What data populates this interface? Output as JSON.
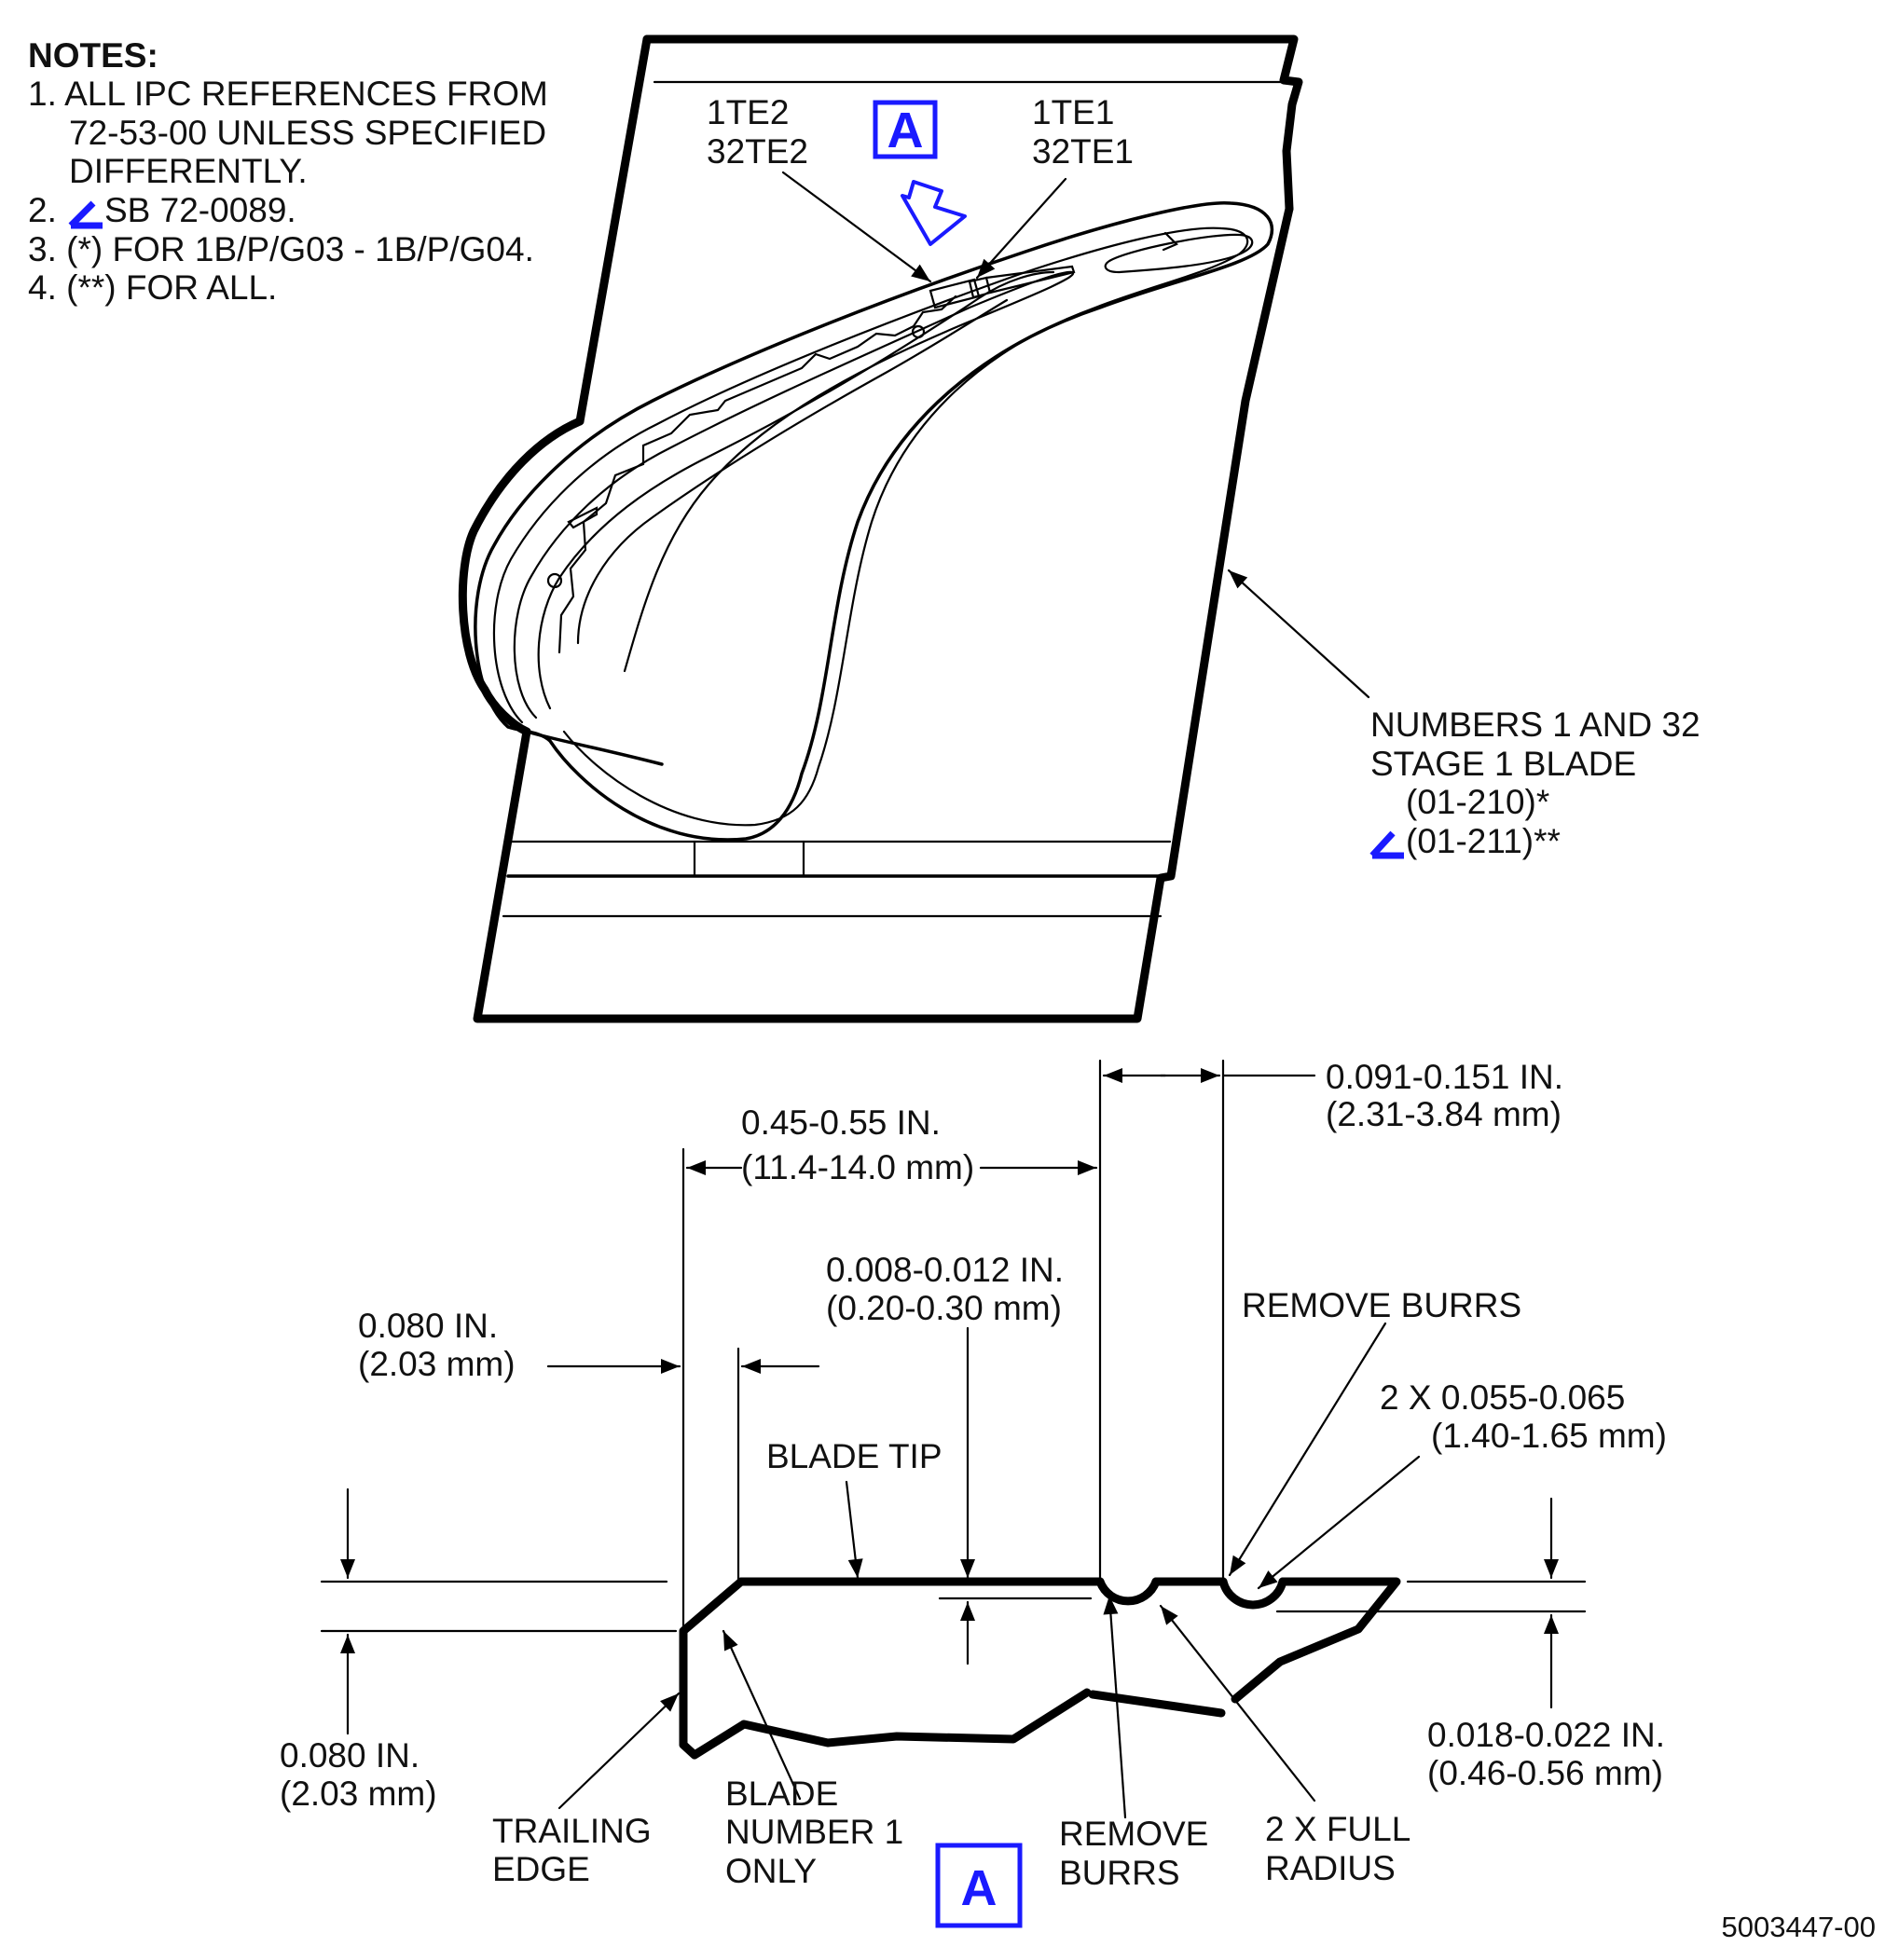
{
  "notes": {
    "heading": "NOTES:",
    "lines": [
      "1. ALL IPC REFERENCES FROM",
      "72-53-00 UNLESS SPECIFIED",
      "DIFFERENTLY.",
      "2.",
      "SB 72-0089.",
      "3.  (*) FOR 1B/P/G03 - 1B/P/G04.",
      "4. (**) FOR ALL."
    ]
  },
  "blade_view": {
    "detail_ref": "A",
    "te2_labels": [
      "1TE2",
      "32TE2"
    ],
    "te1_labels": [
      "1TE1",
      "32TE1"
    ],
    "blade_callout": [
      "NUMBERS 1 AND 32",
      "STAGE 1 BLADE",
      "(01-210)*",
      "(01-211)**"
    ]
  },
  "detail_view": {
    "detail_ref": "A",
    "dim_top_right": [
      "0.091-0.151 IN.",
      "(2.31-3.84 mm)"
    ],
    "dim_span": [
      "0.45-0.55 IN.",
      "(11.4-14.0 mm)"
    ],
    "dim_tip_depth": [
      "0.008-0.012 IN.",
      "(0.20-0.30 mm)"
    ],
    "dim_left_top": [
      "0.080 IN.",
      "(2.03 mm)"
    ],
    "dim_left_bottom": [
      "0.080 IN.",
      "(2.03 mm)"
    ],
    "remove_burrs_top": "REMOVE BURRS",
    "radius_dim": [
      "2 X 0.055-0.065",
      "(1.40-1.65 mm)"
    ],
    "blade_tip": "BLADE TIP",
    "dim_right": [
      "0.018-0.022 IN.",
      "(0.46-0.56 mm)"
    ],
    "trailing_edge": [
      "TRAILING",
      "EDGE"
    ],
    "blade_number": [
      "BLADE",
      "NUMBER 1",
      "ONLY"
    ],
    "remove_burrs_bottom": [
      "REMOVE",
      "BURRS"
    ],
    "full_radius": [
      "2 X FULL",
      "RADIUS"
    ]
  },
  "drawing_number": "5003447-00",
  "colors": {
    "ink": "#000000",
    "accent": "#1a1aff"
  },
  "icons": [
    "sb-change-bar-icon",
    "view-arrow-icon"
  ]
}
